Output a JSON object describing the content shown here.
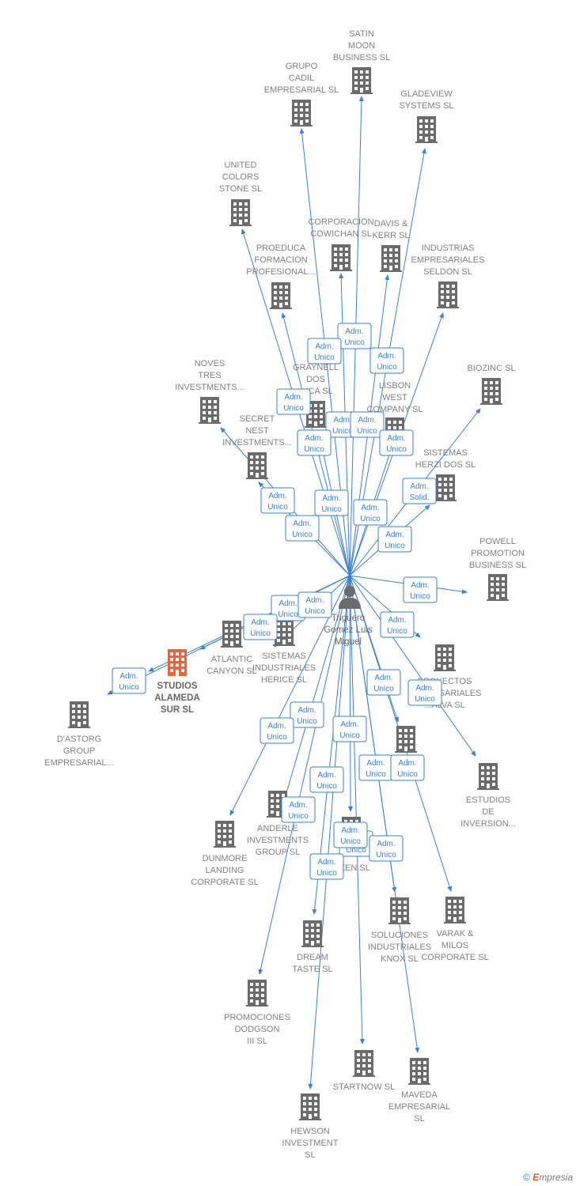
{
  "person": {
    "name_lines": [
      "Triguero",
      "Gomez Luis",
      "Miguel"
    ],
    "icon": "person-icon"
  },
  "focus_company": {
    "name_lines": [
      "STUDIOS",
      "ALAMEDA",
      "SUR  SL"
    ],
    "icon": "building-icon",
    "color": "#e8643c"
  },
  "colors": {
    "edge": "#3a7fd5",
    "building": "#6b6b6b",
    "focus": "#e8643c",
    "label": "#808080"
  },
  "companies": [
    {
      "id": "satin",
      "name_lines": [
        "SATIN",
        "MOON",
        "BUSINESS SL"
      ]
    },
    {
      "id": "grupo-cadil",
      "name_lines": [
        "GRUPO",
        "CADIL",
        "EMPRESARIAL SL"
      ]
    },
    {
      "id": "gladeview",
      "name_lines": [
        "GLADEVIEW",
        "SYSTEMS  SL"
      ]
    },
    {
      "id": "united-colors",
      "name_lines": [
        "UNITED",
        "COLORS",
        "STONE SL"
      ]
    },
    {
      "id": "corporacion",
      "name_lines": [
        "CORPORACION",
        "COWICHAN SL"
      ]
    },
    {
      "id": "davis",
      "name_lines": [
        "DAVIS &",
        "KERR SL"
      ]
    },
    {
      "id": "proeduca",
      "name_lines": [
        "PROEDUCA",
        "FORMACION",
        "PROFESIONAL..."
      ]
    },
    {
      "id": "industrias-seldon",
      "name_lines": [
        "INDUSTRIAS",
        "EMPRESARIALES",
        "SELDON SL"
      ]
    },
    {
      "id": "noves",
      "name_lines": [
        "NOVES",
        "TRES",
        "INVESTMENTS..."
      ]
    },
    {
      "id": "graynell",
      "name_lines": [
        "GRAYNELL",
        "DOS",
        "...ICA  SL"
      ]
    },
    {
      "id": "lisbon",
      "name_lines": [
        "LISBON",
        "WEST",
        "COMPANY  SL"
      ]
    },
    {
      "id": "biozinc",
      "name_lines": [
        "BIOZINC SL"
      ]
    },
    {
      "id": "secret-nest",
      "name_lines": [
        "SECRET",
        "NEST",
        "INVESTMENTS..."
      ]
    },
    {
      "id": "sistemas-herzi",
      "name_lines": [
        "SISTEMAS",
        "HERZI DOS SL"
      ]
    },
    {
      "id": "powell",
      "name_lines": [
        "POWELL",
        "PROMOTION",
        "BUSINESS  SL"
      ]
    },
    {
      "id": "atlantic",
      "name_lines": [
        "ATLANTIC",
        "CANYON SL"
      ]
    },
    {
      "id": "sistemas-herice",
      "name_lines": [
        "SISTEMAS",
        "INDUSTRIALES",
        "HERICE  SL"
      ]
    },
    {
      "id": "proyectos",
      "name_lines": [
        "PROYECTOS",
        "EMPRESARIALES",
        "...ALVA SL"
      ]
    },
    {
      "id": "dastorg",
      "name_lines": [
        "D'ASTORG",
        "GROUP",
        "EMPRESARIAL..."
      ]
    },
    {
      "id": "mid-s",
      "name_lines": [
        "...S SL"
      ]
    },
    {
      "id": "estudios",
      "name_lines": [
        "ESTUDIOS",
        "DE",
        "INVERSION..."
      ]
    },
    {
      "id": "anderle",
      "name_lines": [
        "ANDERLE",
        "INVESTMENTS",
        "GROUP SL"
      ]
    },
    {
      "id": "dunmore",
      "name_lines": [
        "DUNMORE",
        "LANDING",
        "CORPORATE SL"
      ]
    },
    {
      "id": "zen",
      "name_lines": [
        "...ZEN SL"
      ]
    },
    {
      "id": "soluciones",
      "name_lines": [
        "SOLUCIONES",
        "INDUSTRIALES",
        "KNOX SL"
      ]
    },
    {
      "id": "varak",
      "name_lines": [
        "VARAK &",
        "MILOS",
        "CORPORATE SL"
      ]
    },
    {
      "id": "dream",
      "name_lines": [
        "DREAM",
        "TASTE SL"
      ]
    },
    {
      "id": "promociones",
      "name_lines": [
        "PROMOCIONES",
        "DODGSON",
        "III SL"
      ]
    },
    {
      "id": "startnow",
      "name_lines": [
        "STARTNOW SL"
      ]
    },
    {
      "id": "maveda",
      "name_lines": [
        "MAVEDA",
        "EMPRESARIAL",
        "SL"
      ]
    },
    {
      "id": "hewson",
      "name_lines": [
        "HEWSON",
        "INVESTMENT",
        "SL"
      ]
    }
  ],
  "badges": [
    [
      "Adm.",
      "Unico"
    ],
    [
      "Adm.",
      "Unico"
    ],
    [
      "Adm.",
      "Unico"
    ],
    [
      "Adm.",
      "Unico"
    ],
    [
      "Adm.",
      "Unico"
    ],
    [
      "Adm.",
      "Unico"
    ],
    [
      "Adm.",
      "Unico"
    ],
    [
      "Adm.",
      "Unico"
    ],
    [
      "Adm.",
      "Unico"
    ],
    [
      "Adm.",
      "Unico"
    ],
    [
      "Adm.",
      "Solid."
    ],
    [
      "Adm.",
      "Unico"
    ],
    [
      "Adm.",
      "Unico"
    ],
    [
      "Adm.",
      "Unico"
    ],
    [
      "Adm.",
      "Unico"
    ],
    [
      "Adm.",
      "Unico"
    ],
    [
      "Adm.",
      "Unico"
    ],
    [
      "Adm.",
      "Unico"
    ],
    [
      "Adm.",
      "Unico"
    ],
    [
      "Adm.",
      "Unico"
    ],
    [
      "Adm.",
      "Unico"
    ],
    [
      "Adm.",
      "Unico"
    ],
    [
      "Adm.",
      "Unico"
    ],
    [
      "Adm.",
      "Unico"
    ],
    [
      "Adm.",
      "Unico"
    ],
    [
      "Adm.",
      "Unico"
    ],
    [
      "Adm.",
      "Unico"
    ],
    [
      "Adm.",
      "Unico"
    ],
    [
      "Adm.",
      "Unico"
    ],
    [
      "Adm.",
      "Unico"
    ],
    [
      "Adm.",
      "Unico"
    ],
    [
      "Adm.",
      "Unico"
    ],
    [
      "Adm.",
      "Unico"
    ]
  ],
  "footer": {
    "copyright": "©",
    "brand_initial": "E",
    "brand_rest": "mpresia"
  }
}
